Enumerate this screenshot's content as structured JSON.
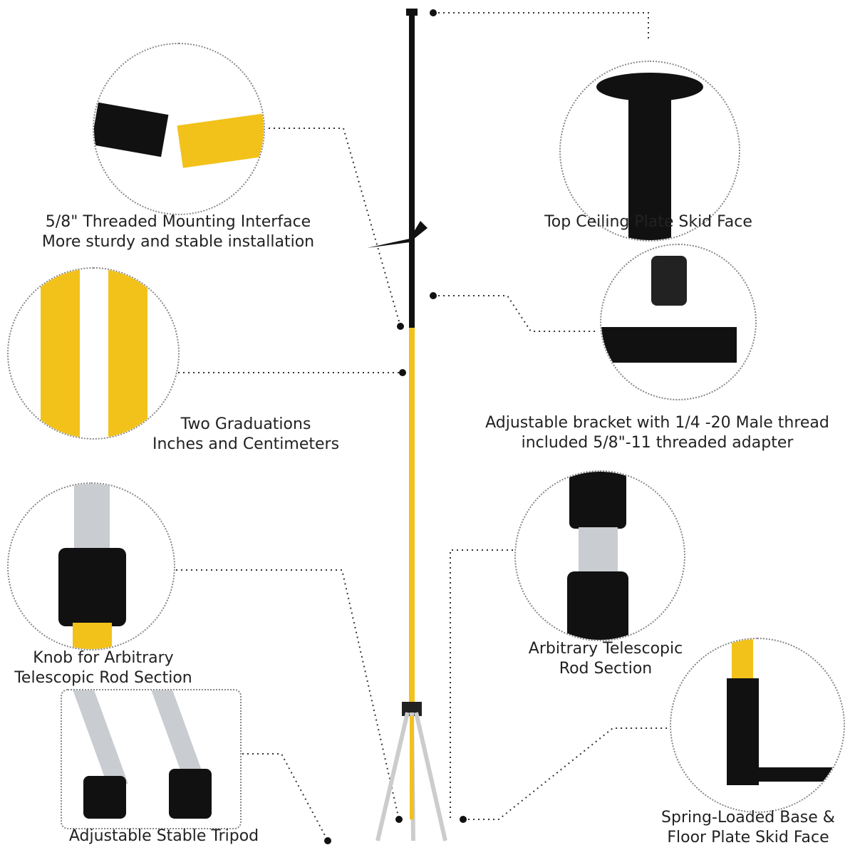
{
  "callouts": {
    "threaded": {
      "line1": "5/8\" Threaded Mounting Interface",
      "line2": "More sturdy and stable installation"
    },
    "ceiling": {
      "line1": "Top Ceiling Plate Skid Face"
    },
    "graduations": {
      "line1": "Two Graduations",
      "line2": "Inches and Centimeters"
    },
    "bracket": {
      "line1": "Adjustable bracket with 1/4 -20 Male thread",
      "line2": "included 5/8\"-11 threaded adapter"
    },
    "knob": {
      "line1": "Knob for Arbitrary",
      "line2": "Telescopic Rod Section"
    },
    "telescopic": {
      "line1": "Arbitrary Telescopic",
      "line2": "Rod Section"
    },
    "tripod": {
      "line1": "Adjustable Stable Tripod"
    },
    "base": {
      "line1": "Spring-Loaded Base &",
      "line2": "Floor Plate Skid Face"
    }
  },
  "colors": {
    "yellow": "#f2c21b",
    "black": "#111111",
    "silver": "#c9ccd0"
  }
}
